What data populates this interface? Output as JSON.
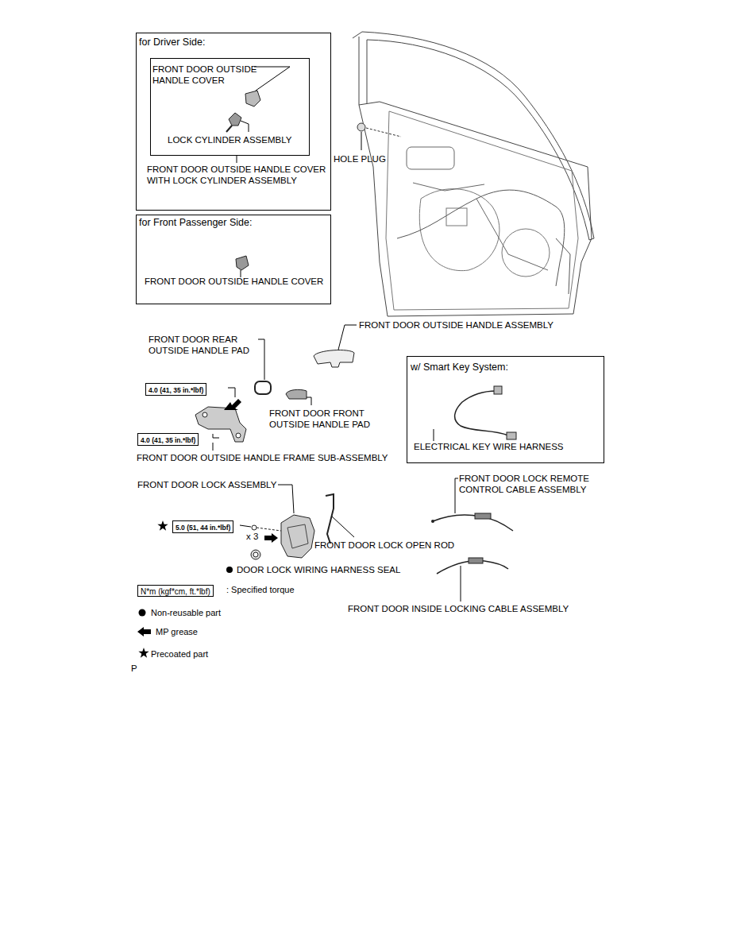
{
  "diagram": {
    "nodes": [
      {
        "text": [
          "for Driver Side:",
          "FRONT DOOR OUTSIDE HANDLE COVER WITH LOCK CYLINDER ASSEMBLY"
        ]
      },
      {
        "text": [
          "FRONT DOOR OUTSIDE HANDLE COVER",
          "LOCK CYLINDER ASSEMBLY"
        ],
        "in": 0
      },
      {
        "text": [
          "for Front Passenger Side:",
          "FRONT DOOR OUTSIDE HANDLE COVER"
        ]
      },
      {
        "text": [
          "w/ Smart Key System:",
          "ELECTRICAL KEY WIRE HARNESS"
        ]
      },
      {
        "text": [
          "4.0 (41, 35 in.*lbf)"
        ]
      },
      {
        "text": [
          "4.0 (41, 35 in.*lbf)"
        ]
      },
      {
        "text": [
          "5.0 (51, 44 in.*lbf)"
        ]
      },
      {
        "text": [
          "N*m (kgf*cm, ft.*lbf)"
        ]
      }
    ],
    "labels": [
      "HOLE PLUG",
      "FRONT DOOR OUTSIDE HANDLE ASSEMBLY",
      "FRONT DOOR REAR OUTSIDE HANDLE PAD",
      "FRONT DOOR FRONT OUTSIDE HANDLE PAD",
      "FRONT DOOR OUTSIDE HANDLE FRAME SUB-ASSEMBLY",
      "FRONT DOOR LOCK ASSEMBLY",
      "FRONT DOOR LOCK REMOTE CONTROL CABLE ASSEMBLY",
      "x 3",
      "FRONT DOOR LOCK OPEN ROD",
      "DOOR LOCK WIRING HARNESS SEAL",
      "FRONT DOOR INSIDE LOCKING CABLE ASSEMBLY",
      "P"
    ],
    "legend": [
      {
        "text": ": Specified torque"
      },
      {
        "text": "Non-reusable part"
      },
      {
        "text": "MP grease"
      },
      {
        "text": "Precoated part"
      }
    ]
  }
}
